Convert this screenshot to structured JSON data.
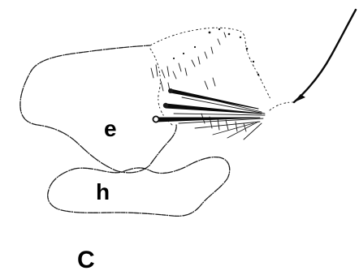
{
  "figure": {
    "panel_letter": "C",
    "labels": {
      "e": "e",
      "h": "h"
    }
  }
}
